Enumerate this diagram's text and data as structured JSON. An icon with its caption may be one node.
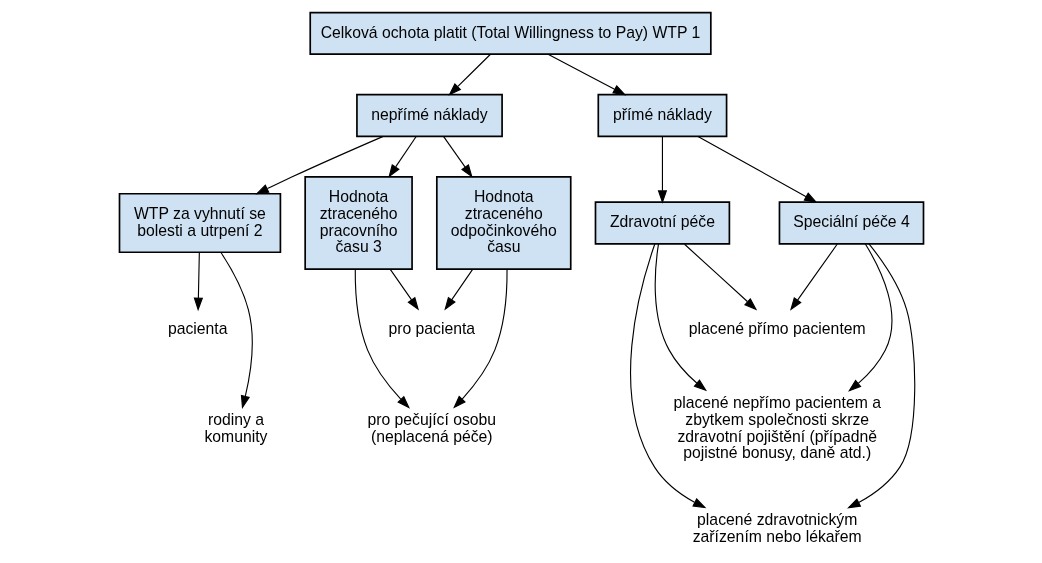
{
  "diagram": {
    "nodes": [
      {
        "text": [
          "Celková ochota platit (Total Willingness to Pay) WTP 1"
        ]
      },
      {
        "text": [
          "nepřímé náklady"
        ]
      },
      {
        "text": [
          "přímé náklady"
        ]
      },
      {
        "text": [
          "WTP za vyhnutí se bolesti a utrpení 2"
        ]
      },
      {
        "text": [
          "Hodnota ztraceného pracovního času 3"
        ]
      },
      {
        "text": [
          "Hodnota ztraceného odpočinkového času"
        ]
      },
      {
        "text": [
          "Zdravotní péče"
        ]
      },
      {
        "text": [
          "Speciální péče 4"
        ]
      },
      {
        "text": [
          "pacienta"
        ]
      },
      {
        "text": [
          "rodiny a komunity"
        ]
      },
      {
        "text": [
          "pro pacienta"
        ]
      },
      {
        "text": [
          "pro pečující osobu (neplacená péče)"
        ]
      },
      {
        "text": [
          "placené přímo pacientem"
        ]
      },
      {
        "text": [
          "placené nepřímo pacientem a zbytkem společnosti skrze zdravotní pojištění (případně pojistné bonusy, daně atd.)"
        ]
      },
      {
        "text": [
          "placené zdravotnickým zařízením nebo lékařem"
        ]
      }
    ],
    "edges": [
      {
        "from": 0,
        "to": 1,
        "arrow": "to"
      },
      {
        "from": 0,
        "to": 2,
        "arrow": "to"
      },
      {
        "from": 1,
        "to": 3,
        "arrow": "to"
      },
      {
        "from": 1,
        "to": 4,
        "arrow": "to"
      },
      {
        "from": 1,
        "to": 5,
        "arrow": "to"
      },
      {
        "from": 2,
        "to": 6,
        "arrow": "to"
      },
      {
        "from": 2,
        "to": 7,
        "arrow": "to"
      },
      {
        "from": 3,
        "to": 8,
        "arrow": "to"
      },
      {
        "from": 3,
        "to": 9,
        "arrow": "to"
      },
      {
        "from": 4,
        "to": 10,
        "arrow": "to"
      },
      {
        "from": 4,
        "to": 11,
        "arrow": "to"
      },
      {
        "from": 5,
        "to": 10,
        "arrow": "to"
      },
      {
        "from": 5,
        "to": 11,
        "arrow": "to"
      },
      {
        "from": 6,
        "to": 12,
        "arrow": "to"
      },
      {
        "from": 6,
        "to": 13,
        "arrow": "to"
      },
      {
        "from": 6,
        "to": 14,
        "arrow": "to"
      },
      {
        "from": 7,
        "to": 12,
        "arrow": "to"
      },
      {
        "from": 7,
        "to": 13,
        "arrow": "to"
      },
      {
        "from": 7,
        "to": 14,
        "arrow": "to"
      }
    ]
  }
}
